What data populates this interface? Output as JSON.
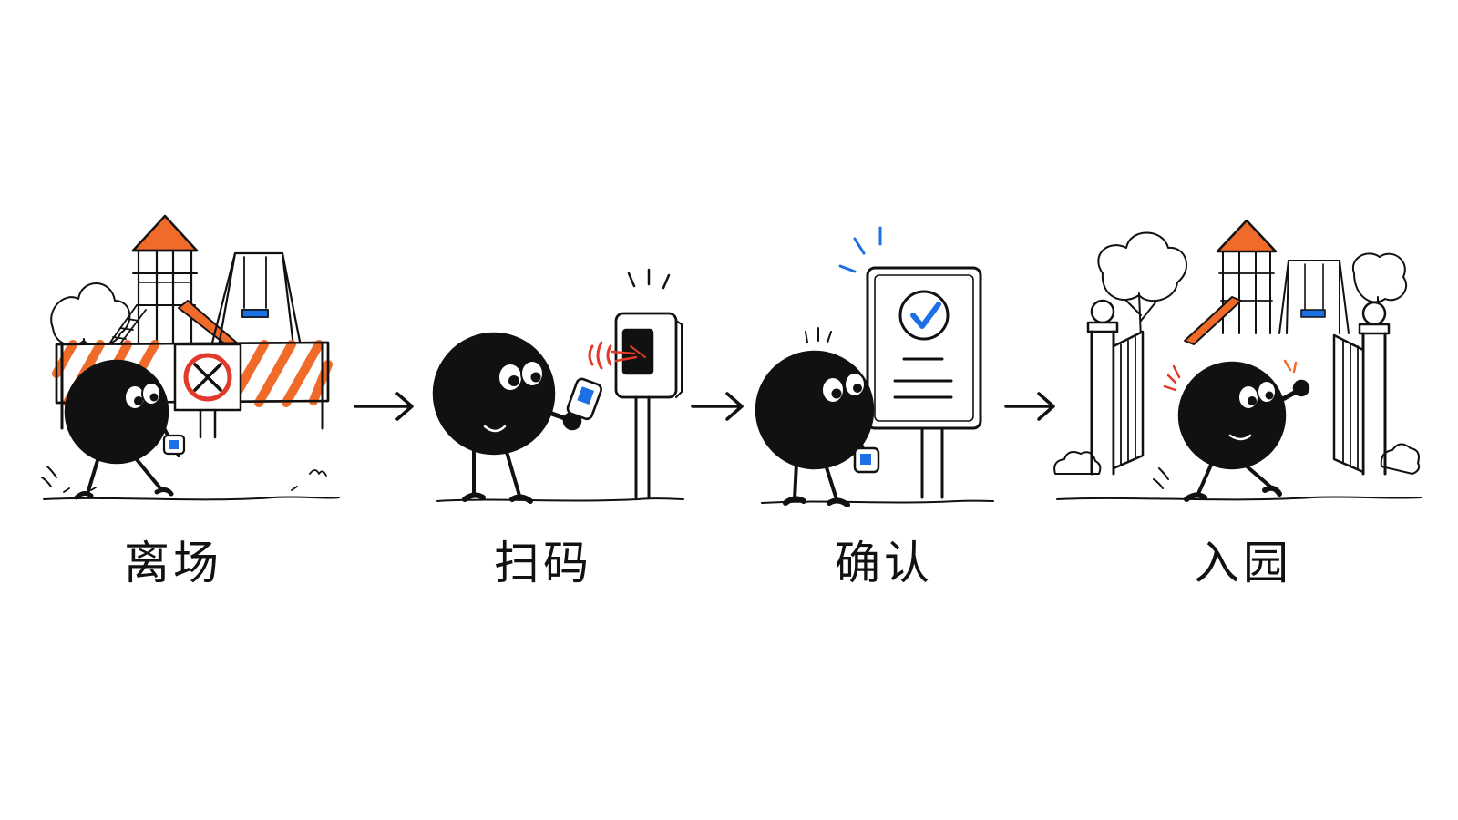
{
  "steps": [
    {
      "label": "离场"
    },
    {
      "label": "扫码"
    },
    {
      "label": "确认"
    },
    {
      "label": "入园"
    }
  ],
  "colors": {
    "ink": "#111111",
    "accent_orange": "#f06a2a",
    "accent_red": "#e03a2a",
    "accent_blue": "#1d6fe6",
    "background": "#ffffff"
  },
  "icons": [
    "playground-icon",
    "barrier-icon",
    "no-entry-icon",
    "scanner-icon",
    "phone-icon",
    "check-icon",
    "gate-icon",
    "tree-icon"
  ]
}
